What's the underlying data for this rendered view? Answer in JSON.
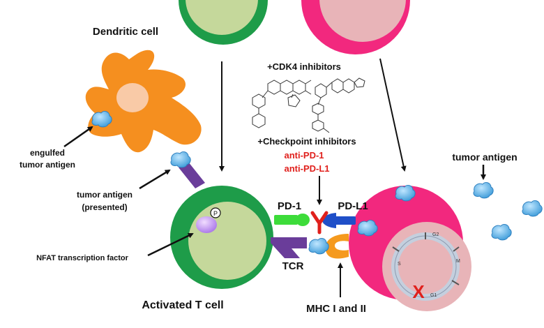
{
  "labels": {
    "dendritic_cell": "Dendritic cell",
    "engulfed_line1": "engulfed",
    "engulfed_line2": "tumor antigen",
    "presented_line1": "tumor antigen",
    "presented_line2": "(presented)",
    "nfat": "NFAT transcription factor",
    "activated_t_cell": "Activated T cell",
    "cdk4": "+CDK4 inhibitors",
    "checkpoint": "+Checkpoint inhibitors",
    "anti_pd1": "anti-PD-1",
    "anti_pdl1": "anti-PD-L1",
    "pd1": "PD-1",
    "pdl1": "PD-L1",
    "tcr": "TCR",
    "mhc": "MHC I and II",
    "tumor_antigen": "tumor antigen",
    "phospho": "P",
    "block_mark": "X",
    "phases": {
      "g1": "G1",
      "s": "S",
      "g2": "G2",
      "m": "M"
    }
  },
  "colors": {
    "t_cell_outer": "#1e9c49",
    "t_cell_inner": "#c5d89b",
    "tumor_outer": "#f2287e",
    "tumor_inner": "#e8b4b8",
    "dendritic": "#f58f1f",
    "dendritic_nucleus": "#f9caa7",
    "antigen": "#5ab0e6",
    "receptor_purple": "#6a3d9a",
    "pd1_green": "#3ddc3a",
    "pdl1_blue": "#1f4fc8",
    "mhc_orange": "#f59a1e",
    "antibody_red": "#e0201c",
    "nfat": "#c69af0"
  }
}
